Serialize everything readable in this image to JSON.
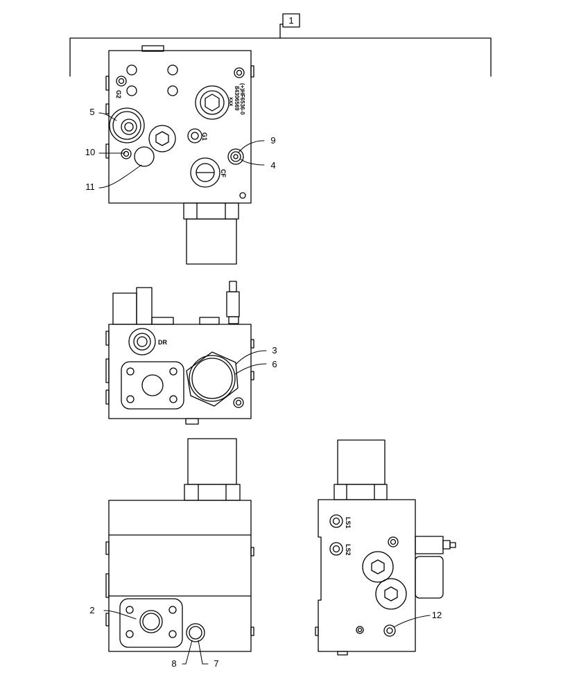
{
  "assembly_callout": "1",
  "callouts": {
    "c2": "2",
    "c3": "3",
    "c4": "4",
    "c5": "5",
    "c6": "6",
    "c7": "7",
    "c8": "8",
    "c9": "9",
    "c10": "10",
    "c11": "11",
    "c12": "12"
  },
  "port_labels": {
    "g1": "G1",
    "g2": "G2",
    "cf": "CF",
    "dr": "DR",
    "ls1": "LS1",
    "ls2": "LS2"
  },
  "part_marking": {
    "line1": "(+)HF6536-0",
    "line2": "84306569",
    "line3": "xxx"
  }
}
